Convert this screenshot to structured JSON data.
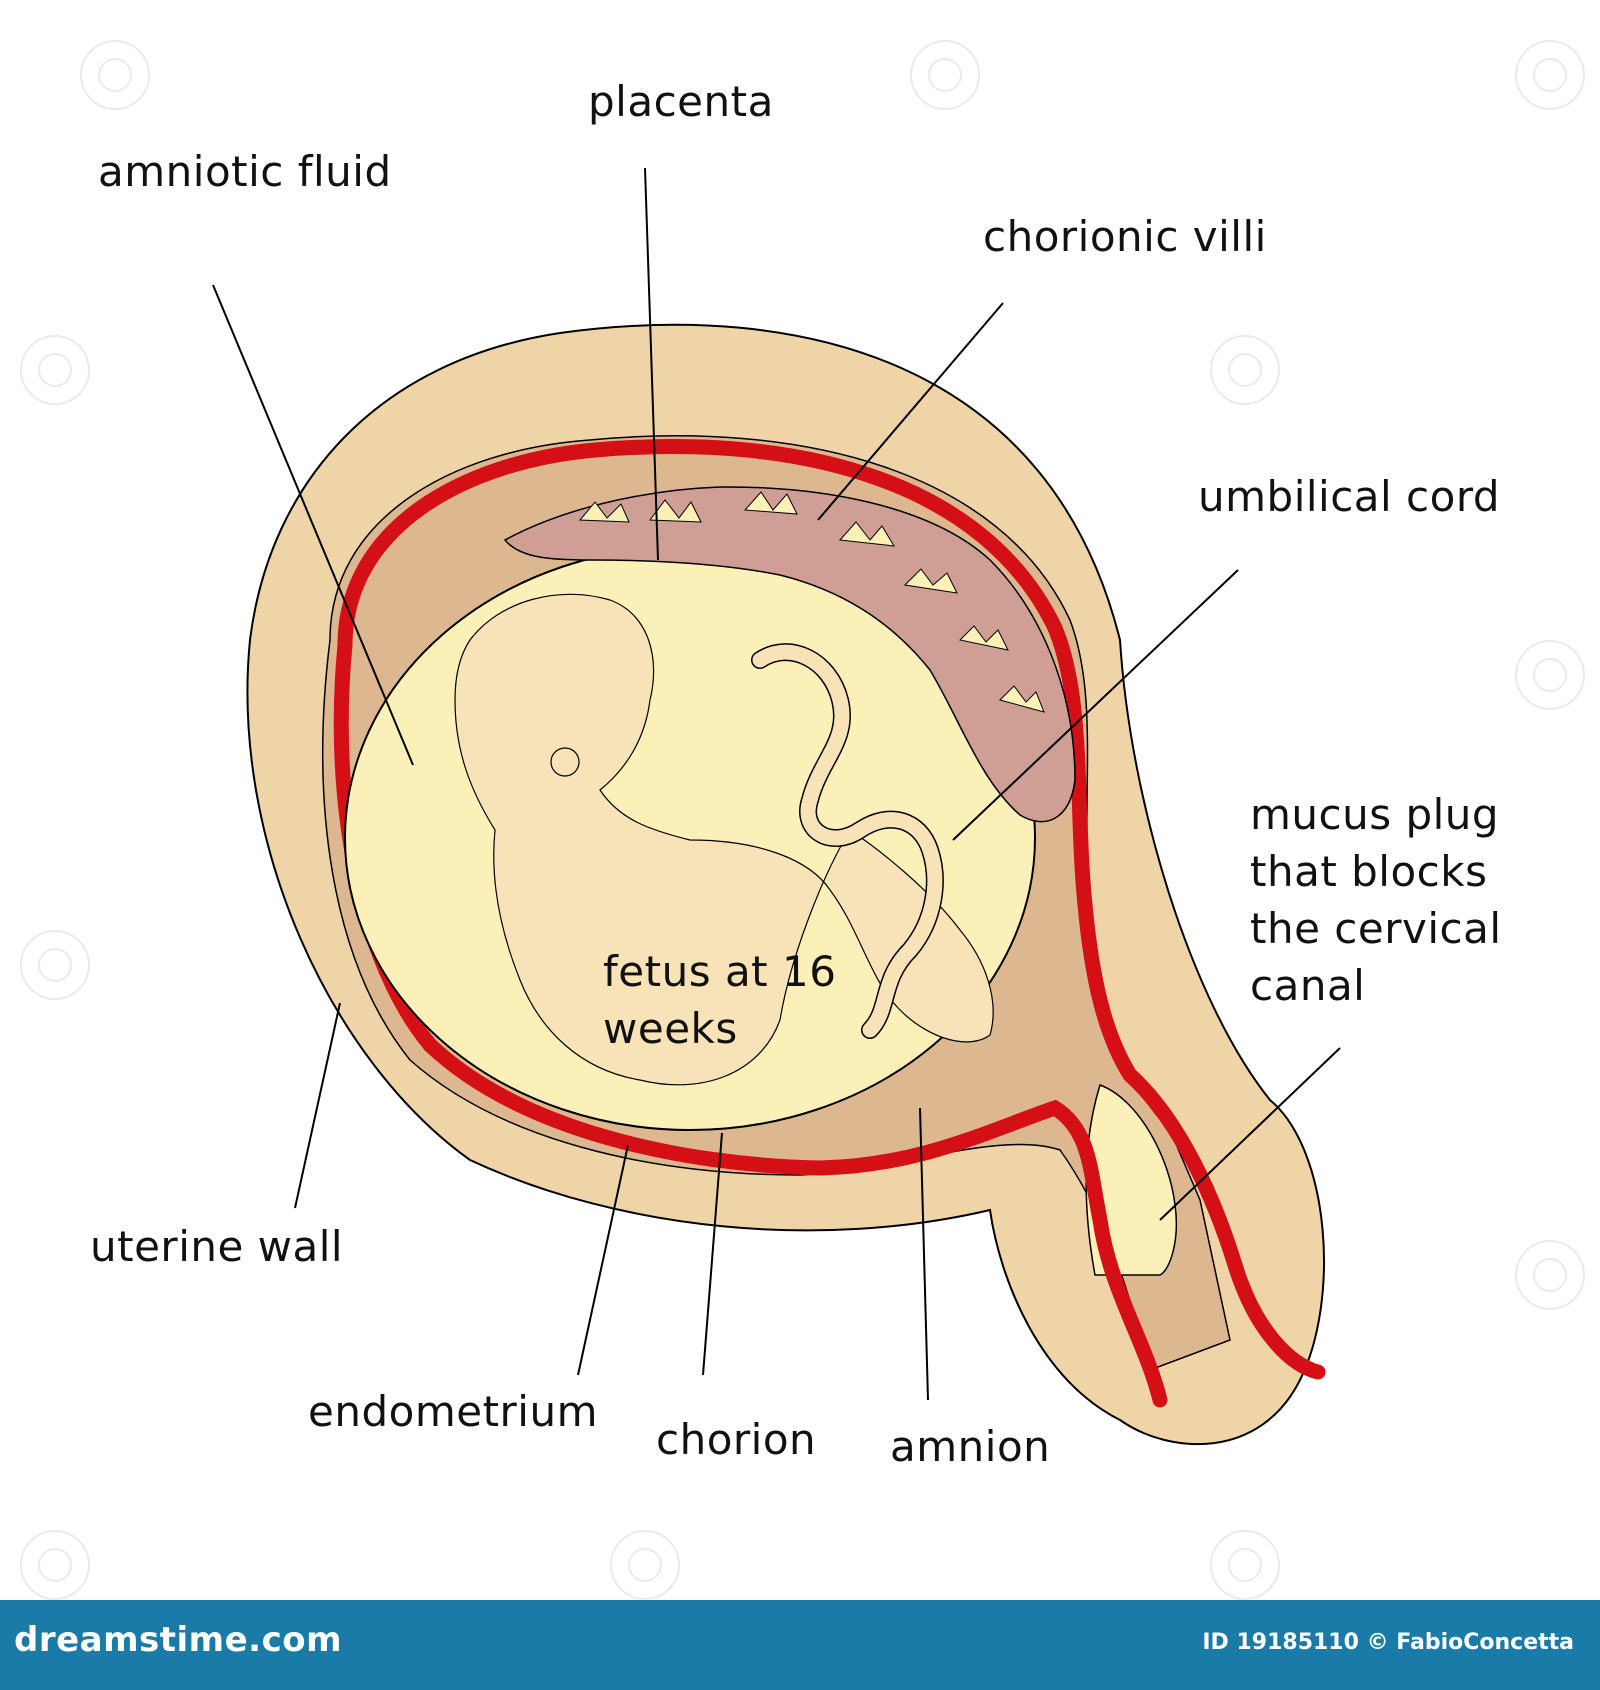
{
  "labels": {
    "placenta": "placenta",
    "amniotic_fluid": "amniotic fluid",
    "chorionic_villi": "chorionic villi",
    "umbilical_cord": "umbilical cord",
    "mucus_plug": "mucus plug\n that blocks\n the cervical\ncanal",
    "fetus": "fetus at 16\nweeks",
    "uterine_wall": "uterine wall",
    "endometrium": "endometrium",
    "chorion": "chorion",
    "amnion": "amnion"
  },
  "footer": {
    "logo": "dreamstime.com",
    "id_text": "ID 19185110 © FabioConcetta"
  },
  "colors": {
    "uterine_wall": "#efd4a8",
    "endometrium": "#ddb78f",
    "chorion_line": "#d40f15",
    "amniotic_fluid": "#fbf1b8",
    "fetus": "#f8e3b8",
    "placenta": "#cf9f96",
    "footer_bar": "#1a7aa8"
  }
}
